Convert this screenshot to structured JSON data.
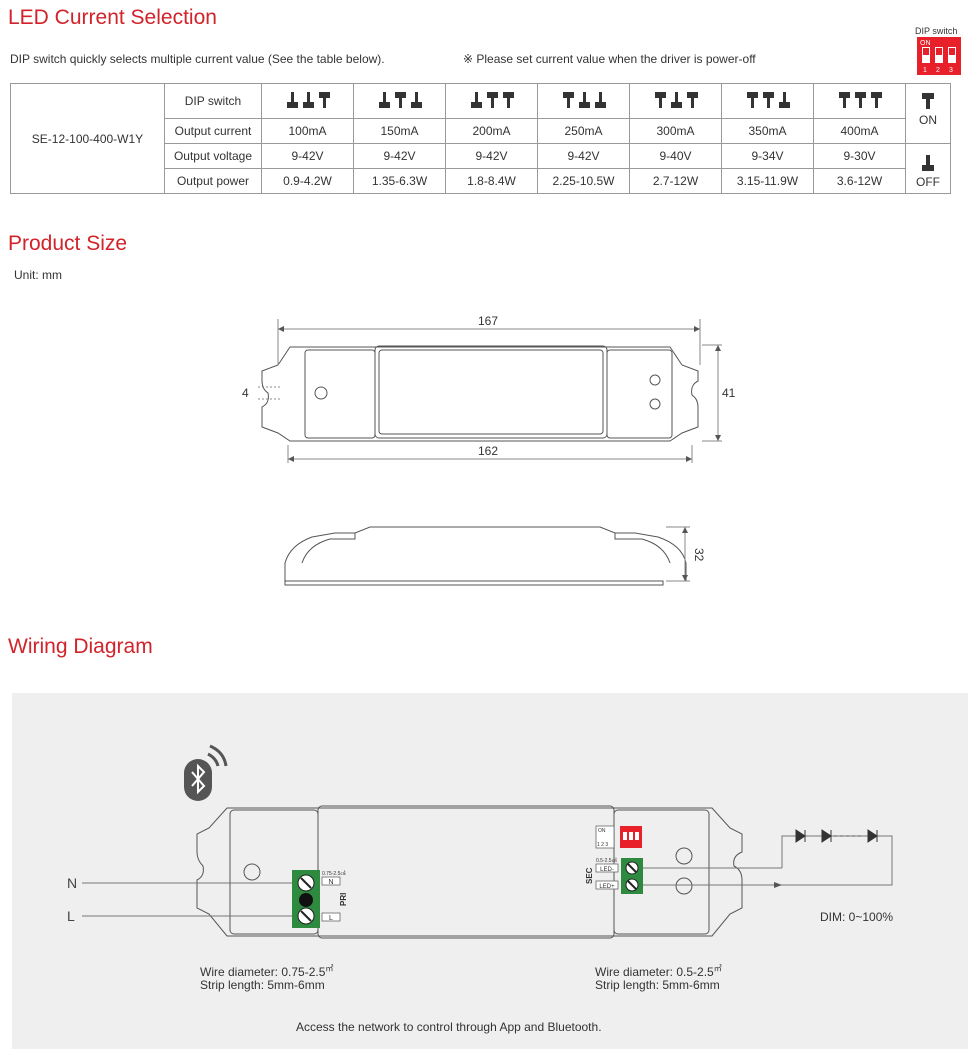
{
  "sections": {
    "led_current": "LED Current Selection",
    "product_size": "Product Size",
    "wiring": "Wiring Diagram"
  },
  "led_current": {
    "intro": "DIP switch quickly selects multiple current value (See the table below).",
    "note": "※ Please set current value when the driver is power-off",
    "dip_switch_caption": "DIP switch",
    "dip_on_label": "ON",
    "dip_numbers": [
      "1",
      "2",
      "3"
    ],
    "colors": {
      "accent": "#d2232a",
      "dip_red": "#e8202a"
    }
  },
  "table": {
    "model": "SE-12-100-400-W1Y",
    "row_labels": [
      "DIP switch",
      "Output current",
      "Output voltage",
      "Output power"
    ],
    "columns": [
      {
        "dip": [
          "off",
          "off",
          "on"
        ],
        "current": "100mA",
        "voltage": "9-42V",
        "power": "0.9-4.2W"
      },
      {
        "dip": [
          "off",
          "on",
          "off"
        ],
        "current": "150mA",
        "voltage": "9-42V",
        "power": "1.35-6.3W"
      },
      {
        "dip": [
          "off",
          "on",
          "on"
        ],
        "current": "200mA",
        "voltage": "9-42V",
        "power": "1.8-8.4W"
      },
      {
        "dip": [
          "on",
          "off",
          "off"
        ],
        "current": "250mA",
        "voltage": "9-42V",
        "power": "2.25-10.5W"
      },
      {
        "dip": [
          "on",
          "off",
          "on"
        ],
        "current": "300mA",
        "voltage": "9-40V",
        "power": "2.7-12W"
      },
      {
        "dip": [
          "on",
          "on",
          "off"
        ],
        "current": "350mA",
        "voltage": "9-34V",
        "power": "3.15-11.9W"
      },
      {
        "dip": [
          "on",
          "on",
          "on"
        ],
        "current": "400mA",
        "voltage": "9-30V",
        "power": "3.6-12W"
      }
    ],
    "legend_on": "ON",
    "legend_off": "OFF"
  },
  "product_size": {
    "unit": "Unit: mm",
    "dim_length": "167",
    "dim_hole_span": "162",
    "dim_width": "41",
    "dim_hole": "4",
    "dim_height": "32"
  },
  "wiring": {
    "n_label": "N",
    "l_label": "L",
    "pri_label": "PRI",
    "sec_label": "SEC",
    "pri_n": "N",
    "pri_l": "L",
    "pri_spec": "0.75-2.5㎠",
    "sec_spec": "0.5-2.5㎠",
    "led_minus": "LED-",
    "led_plus": "LED+",
    "dip_on": "ON",
    "dip_nums": "1 2 3",
    "dim_range": "DIM: 0~100%",
    "left_wire_diameter": "Wire diameter: 0.75-2.5",
    "left_strip_length": "Strip length: 5mm-6mm",
    "right_wire_diameter": "Wire diameter: 0.5-2.5",
    "right_strip_length": "Strip length: 5mm-6mm",
    "mm2": "㎡",
    "footer": "Access the network to control through App and Bluetooth.",
    "icons": [
      "bluetooth-icon",
      "signal-icon",
      "led-icon"
    ]
  }
}
